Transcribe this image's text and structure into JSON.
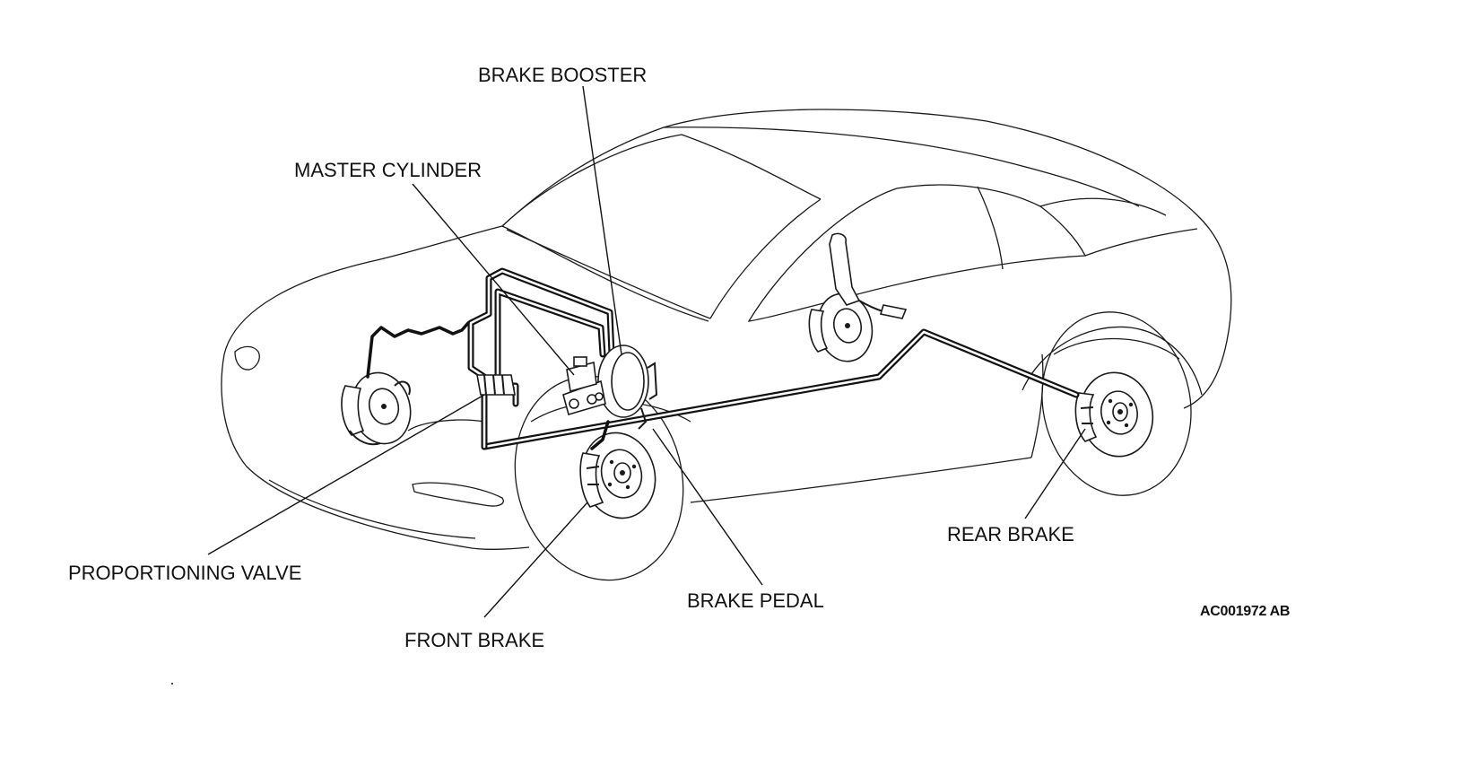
{
  "labels": {
    "brake_booster": "BRAKE BOOSTER",
    "master_cylinder": "MASTER CYLINDER",
    "proportioning_valve": "PROPORTIONING VALVE",
    "front_brake": "FRONT BRAKE",
    "brake_pedal": "BRAKE PEDAL",
    "rear_brake": "REAR BRAKE"
  },
  "figure_id": "AC001972 AB",
  "colors": {
    "ink": "#111111",
    "background": "#ffffff"
  }
}
